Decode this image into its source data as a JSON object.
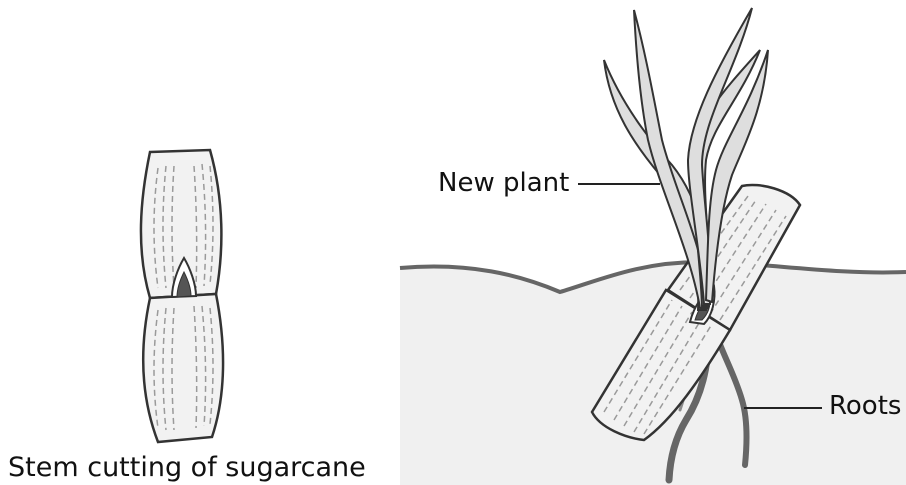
{
  "caption": "Stem cutting of sugarcane",
  "labels": {
    "new_plant": "New plant",
    "roots": "Roots"
  }
}
